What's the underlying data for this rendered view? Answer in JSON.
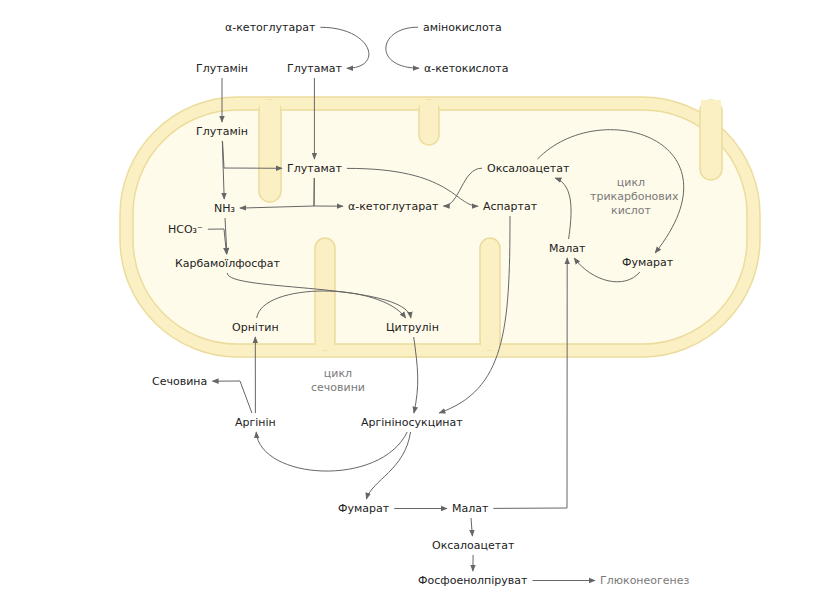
{
  "diagram": {
    "nodes": [
      {
        "text": [
          "α-кетоглутарат"
        ]
      },
      {
        "text": [
          "амінокислота"
        ]
      },
      {
        "text": [
          "Глутамін"
        ]
      },
      {
        "text": [
          "Глутамат"
        ]
      },
      {
        "text": [
          "α-кетокислота"
        ]
      },
      {
        "text": [
          "Глутамін"
        ]
      },
      {
        "text": [
          "Глутамат"
        ]
      },
      {
        "text": [
          "Оксалоацетат"
        ]
      },
      {
        "text": [
          "NH₃"
        ]
      },
      {
        "text": [
          "α-кетоглутарат"
        ]
      },
      {
        "text": [
          "Аспартат"
        ]
      },
      {
        "text": [
          "HCO₃⁻"
        ]
      },
      {
        "text": [
          "Малат"
        ]
      },
      {
        "text": [
          "Фумарат"
        ]
      },
      {
        "text": [
          "Карбамоїлфосфат"
        ]
      },
      {
        "text": [
          "Орнітин"
        ]
      },
      {
        "text": [
          "Цитрулін"
        ]
      },
      {
        "text": [
          "Сечовина"
        ]
      },
      {
        "text": [
          "Аргінін"
        ]
      },
      {
        "text": [
          "Аргініносукцинат"
        ]
      },
      {
        "text": [
          "Фумарат"
        ]
      },
      {
        "text": [
          "Малат"
        ]
      },
      {
        "text": [
          "Оксалоацетат"
        ]
      },
      {
        "text": [
          "Фосфоенолпіруват"
        ]
      },
      {
        "text": [
          "Глюконеогенез"
        ]
      }
    ],
    "edges": [
      {
        "from": 0,
        "to": 3,
        "arrow": "to"
      },
      {
        "from": 1,
        "to": 4,
        "arrow": "to"
      },
      {
        "from": 2,
        "to": 5,
        "arrow": "to"
      },
      {
        "from": 3,
        "to": 6,
        "arrow": "to"
      },
      {
        "from": 5,
        "to": 6,
        "arrow": "to"
      },
      {
        "from": 5,
        "to": 8,
        "arrow": "to"
      },
      {
        "from": 6,
        "to": 8,
        "arrow": "to"
      },
      {
        "from": 6,
        "to": 9,
        "arrow": "to"
      },
      {
        "from": 6,
        "to": 10,
        "arrow": "to"
      },
      {
        "from": 7,
        "to": 9,
        "arrow": "to"
      },
      {
        "from": 8,
        "to": 14,
        "arrow": "to"
      },
      {
        "from": 11,
        "to": 14,
        "arrow": "to"
      },
      {
        "from": 14,
        "to": 16,
        "arrow": "to"
      },
      {
        "from": 15,
        "to": 16,
        "arrow": "to"
      },
      {
        "from": 16,
        "to": 19,
        "arrow": "to"
      },
      {
        "from": 10,
        "to": 19,
        "arrow": "to"
      },
      {
        "from": 19,
        "to": 18,
        "arrow": "to"
      },
      {
        "from": 19,
        "to": 20,
        "arrow": "to"
      },
      {
        "from": 18,
        "to": 15,
        "arrow": "to"
      },
      {
        "from": 18,
        "to": 17,
        "arrow": "to"
      },
      {
        "from": 20,
        "to": 21,
        "arrow": "to"
      },
      {
        "from": 21,
        "to": 12,
        "arrow": "to"
      },
      {
        "from": 21,
        "to": 22,
        "arrow": "to"
      },
      {
        "from": 22,
        "to": 23,
        "arrow": "to"
      },
      {
        "from": 23,
        "to": 24,
        "arrow": "to"
      },
      {
        "from": 12,
        "to": 7,
        "arrow": "to"
      },
      {
        "from": 7,
        "to": 13,
        "arrow": "to"
      },
      {
        "from": 13,
        "to": 12,
        "arrow": "to"
      }
    ],
    "labels": [
      "цикл трикарбонових кислот",
      "цикл сечовини"
    ]
  }
}
